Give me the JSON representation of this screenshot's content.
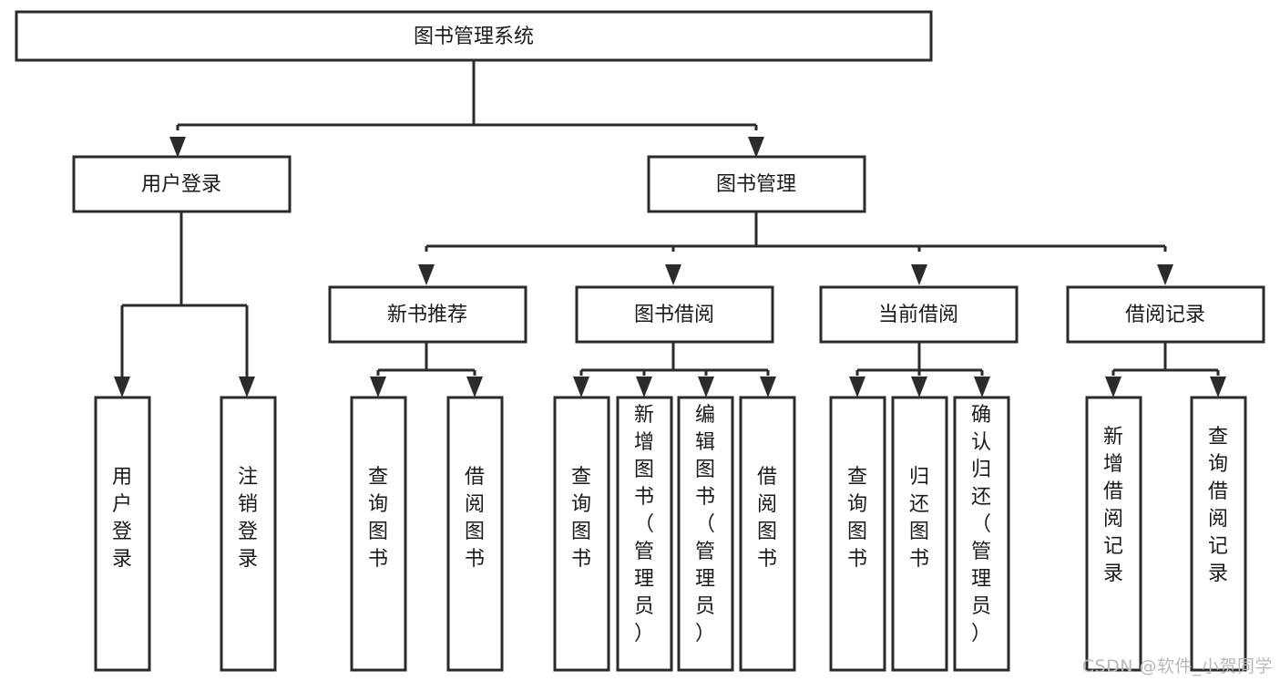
{
  "diagram": {
    "type": "tree",
    "title": "图书管理系统",
    "orientation": "top-down",
    "watermark": "CSDN @软件_小贺同学",
    "colors": {
      "box_fill": "#ffffff",
      "box_stroke": "#2b2b2b",
      "text": "#1a1a1a",
      "connector": "#2b2b2b",
      "watermark": "#b9b9b9"
    },
    "nodes": {
      "root": {
        "label": "图书管理系统",
        "level": 1,
        "text_orientation": "horizontal"
      },
      "l2": [
        {
          "label": "用户登录",
          "level": 2,
          "text_orientation": "horizontal"
        },
        {
          "label": "图书管理",
          "level": 2,
          "text_orientation": "horizontal"
        }
      ],
      "l3": [
        {
          "label": "新书推荐",
          "level": 3,
          "text_orientation": "horizontal"
        },
        {
          "label": "图书借阅",
          "level": 3,
          "text_orientation": "horizontal"
        },
        {
          "label": "当前借阅",
          "level": 3,
          "text_orientation": "horizontal"
        },
        {
          "label": "借阅记录",
          "level": 3,
          "text_orientation": "horizontal"
        }
      ],
      "leaves_user_login": [
        {
          "label": "用户登录",
          "text_orientation": "vertical"
        },
        {
          "label": "注销登录",
          "text_orientation": "vertical"
        }
      ],
      "leaves_new_books": [
        {
          "label": "查询图书",
          "text_orientation": "vertical"
        },
        {
          "label": "借阅图书",
          "text_orientation": "vertical"
        }
      ],
      "leaves_borrow": [
        {
          "label": "查询图书",
          "text_orientation": "vertical"
        },
        {
          "label": "新增图书（管理员）",
          "text_orientation": "vertical"
        },
        {
          "label": "编辑图书（管理员）",
          "text_orientation": "vertical"
        },
        {
          "label": "借阅图书",
          "text_orientation": "vertical"
        }
      ],
      "leaves_current": [
        {
          "label": "查询图书",
          "text_orientation": "vertical"
        },
        {
          "label": "归还图书",
          "text_orientation": "vertical"
        },
        {
          "label": "确认归还（管理员）",
          "text_orientation": "vertical"
        }
      ],
      "leaves_records": [
        {
          "label": "新增借阅记录",
          "text_orientation": "vertical"
        },
        {
          "label": "查询借阅记录",
          "text_orientation": "vertical"
        }
      ]
    }
  }
}
